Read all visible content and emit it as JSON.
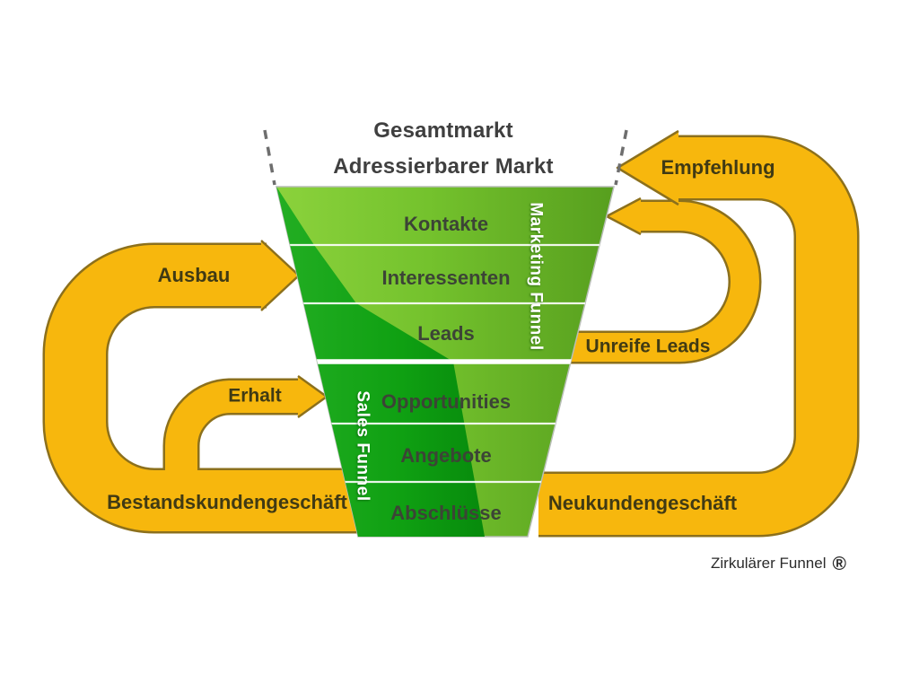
{
  "title": {
    "line1": "Gesamtmarkt",
    "line2": "Adressierbarer Markt"
  },
  "funnel": {
    "marketing_label": "Marketing Funnel",
    "sales_label": "Sales Funnel",
    "stages": [
      {
        "label": "Kontakte"
      },
      {
        "label": "Interessenten"
      },
      {
        "label": "Leads"
      },
      {
        "label": "Opportunities"
      },
      {
        "label": "Angebote"
      },
      {
        "label": "Abschlüsse"
      }
    ]
  },
  "loops": {
    "empfehlung": "Empfehlung",
    "ausbau": "Ausbau",
    "erhalt": "Erhalt",
    "unreife_leads": "Unreife Leads",
    "bestandskunden": "Bestandskundengeschäft",
    "neukunden": "Neukundengeschäft"
  },
  "footer": {
    "text": "Zirkulärer Funnel",
    "mark": "®"
  },
  "colors": {
    "loop_fill": "#F7B70D",
    "loop_outline": "#8C701C",
    "funnel_light_left": "#85CE37",
    "funnel_light_right": "#579F1E",
    "funnel_dark_left": "#1FAD1F",
    "funnel_dark_right": "#088F0D",
    "text_dark": "#3F3F3F",
    "separator": "#FFFFFF",
    "dashed_line": "#6E6E6E"
  }
}
